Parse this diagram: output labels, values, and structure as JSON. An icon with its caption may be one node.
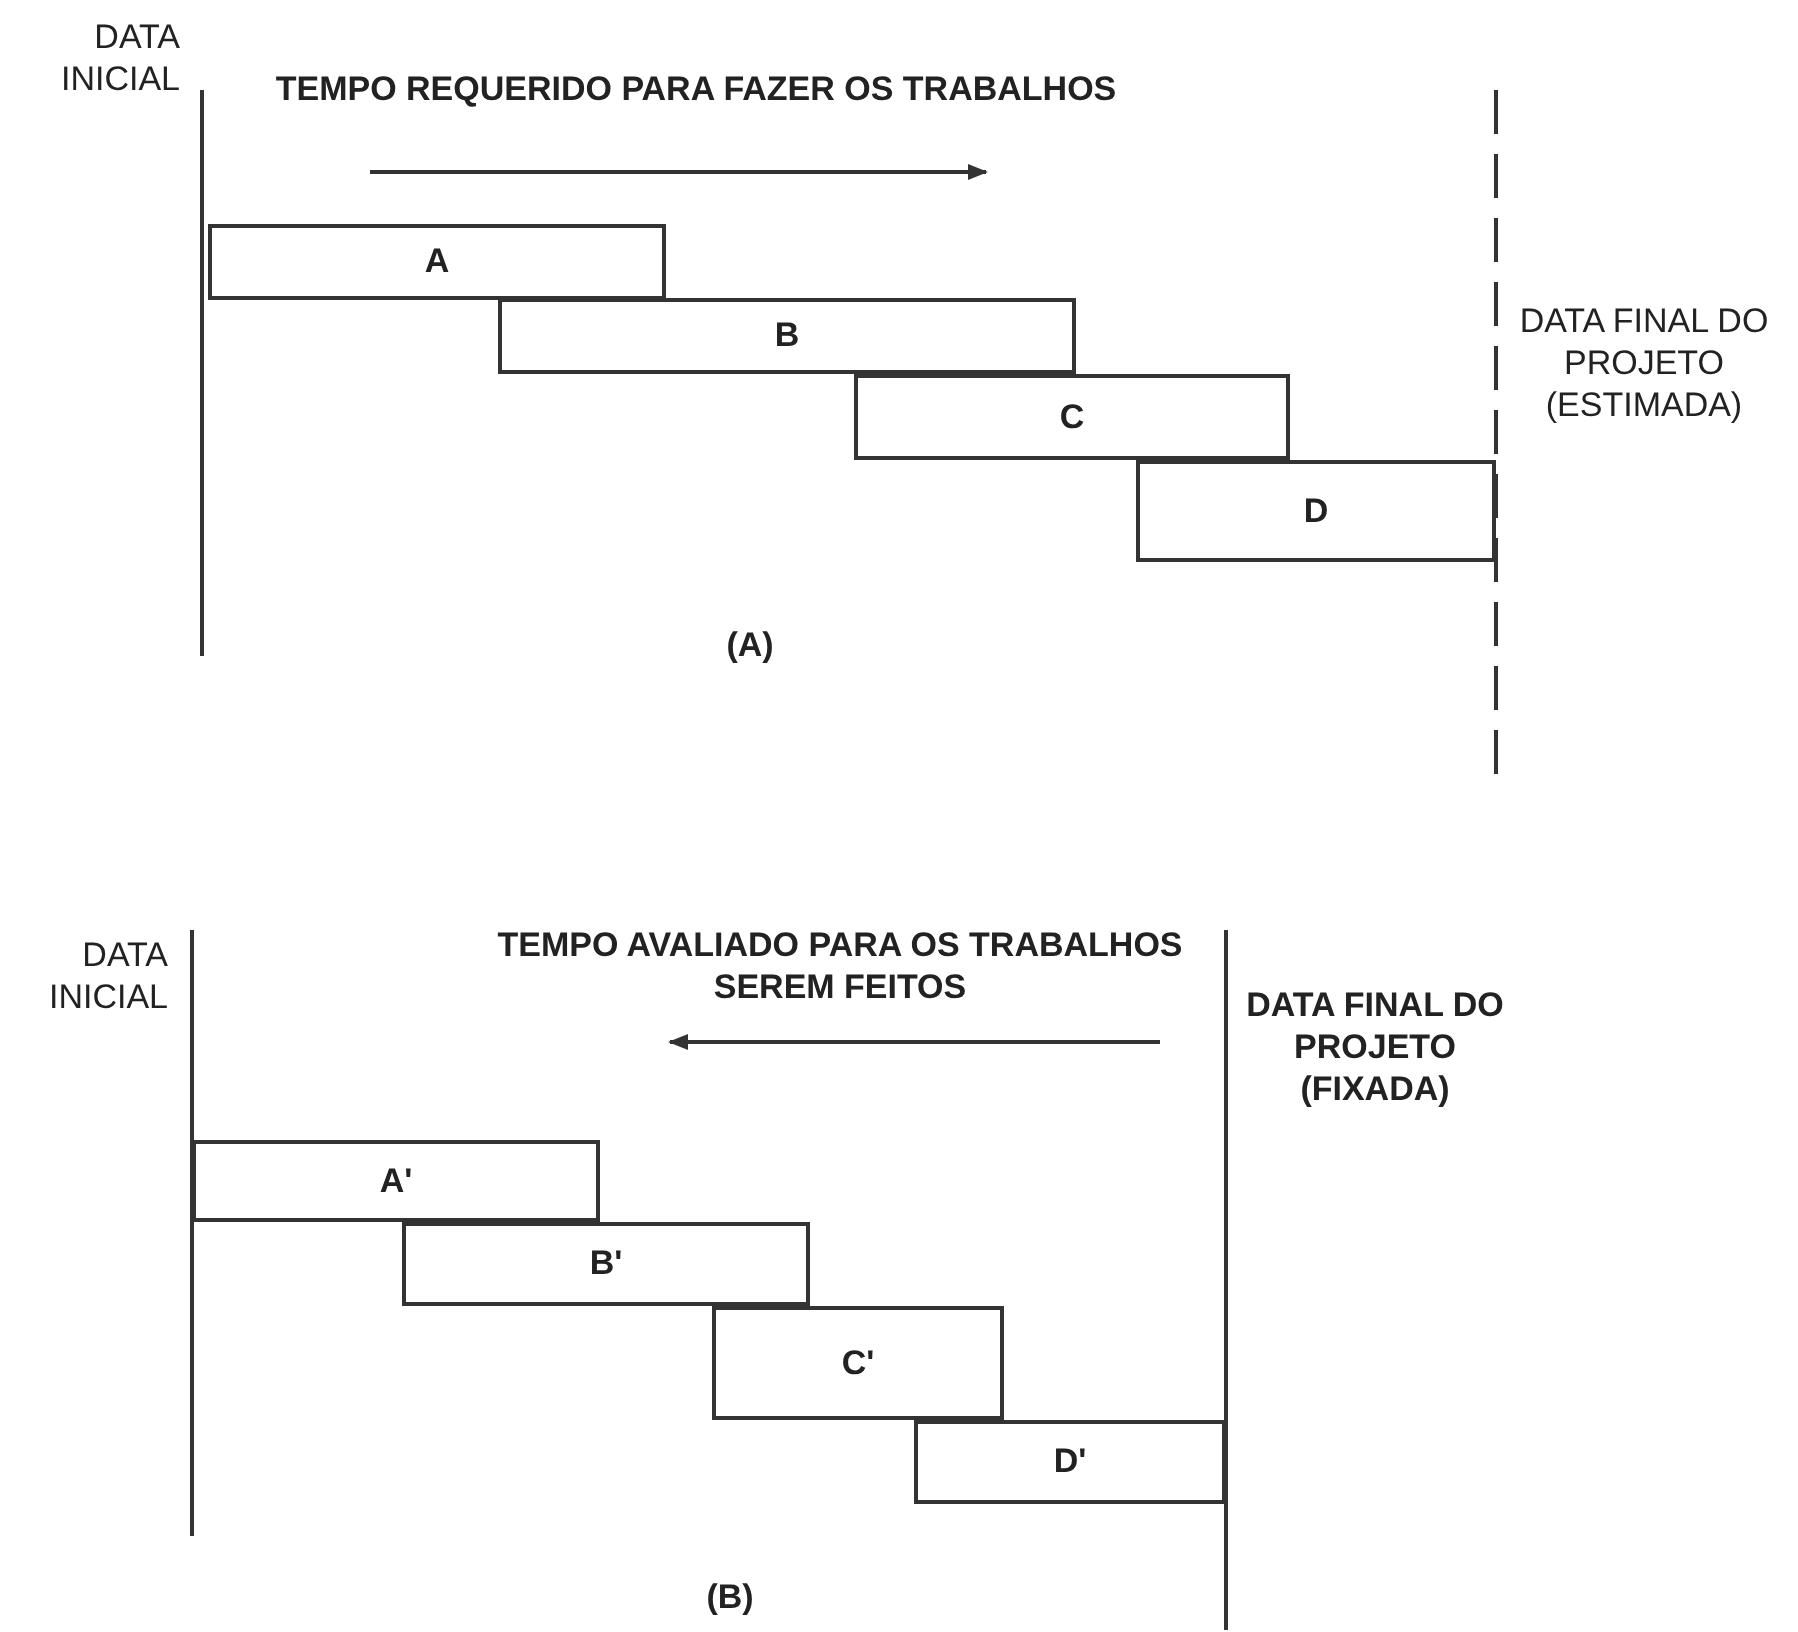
{
  "diagram": {
    "nodes": [
      {
        "text": [
          "A"
        ]
      },
      {
        "text": [
          "B"
        ]
      },
      {
        "text": [
          "C"
        ]
      },
      {
        "text": [
          "D"
        ]
      },
      {
        "text": [
          "A'"
        ]
      },
      {
        "text": [
          "B'"
        ]
      },
      {
        "text": [
          "C'"
        ]
      },
      {
        "text": [
          "D'"
        ]
      }
    ],
    "edges": [],
    "labels": [
      "DATA INICIAL",
      "TEMPO REQUERIDO PARA FAZER OS TRABALHOS",
      "DATA FINAL DO PROJETO (ESTIMADA)",
      "(A)",
      "DATA INICIAL",
      "TEMPO AVALIADO PARA OS TRABALHOS SEREM FEITOS",
      "DATA FINAL DO PROJETO (FIXADA)",
      "(B)"
    ]
  }
}
